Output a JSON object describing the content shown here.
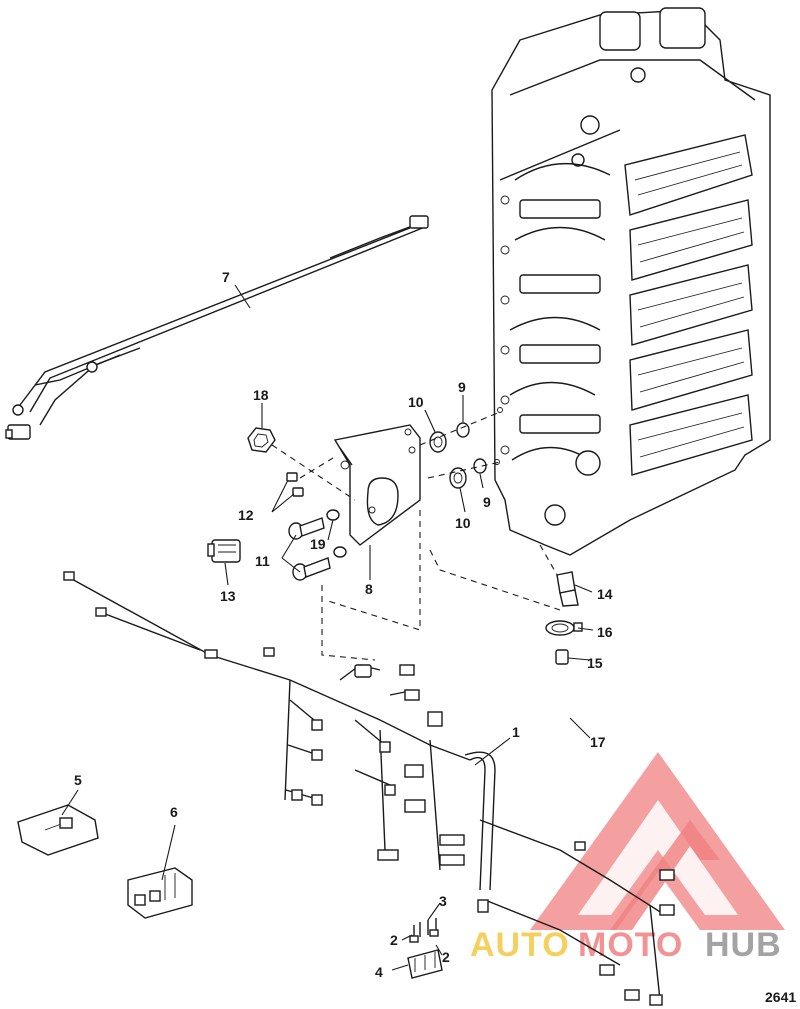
{
  "figure_number": "2641",
  "watermark": {
    "text_auto": "AUTO",
    "text_moto": "MOTO",
    "text_hub": "HUB",
    "color_red": "#f08080",
    "color_gold": "#f5c842",
    "color_gray": "#9a9a9a"
  },
  "callouts": [
    {
      "id": "c7",
      "text": "7"
    },
    {
      "id": "c18",
      "text": "18"
    },
    {
      "id": "c10a",
      "text": "10"
    },
    {
      "id": "c9a",
      "text": "9"
    },
    {
      "id": "c9b",
      "text": "9"
    },
    {
      "id": "c10b",
      "text": "10"
    },
    {
      "id": "c12",
      "text": "12"
    },
    {
      "id": "c11",
      "text": "11"
    },
    {
      "id": "c19",
      "text": "19"
    },
    {
      "id": "c8",
      "text": "8"
    },
    {
      "id": "c13",
      "text": "13"
    },
    {
      "id": "c14",
      "text": "14"
    },
    {
      "id": "c16",
      "text": "16"
    },
    {
      "id": "c15",
      "text": "15"
    },
    {
      "id": "c1",
      "text": "1"
    },
    {
      "id": "c17",
      "text": "17"
    },
    {
      "id": "c5",
      "text": "5"
    },
    {
      "id": "c6",
      "text": "6"
    },
    {
      "id": "c3",
      "text": "3"
    },
    {
      "id": "c2a",
      "text": "2"
    },
    {
      "id": "c2b",
      "text": "2"
    },
    {
      "id": "c4",
      "text": "4"
    }
  ]
}
